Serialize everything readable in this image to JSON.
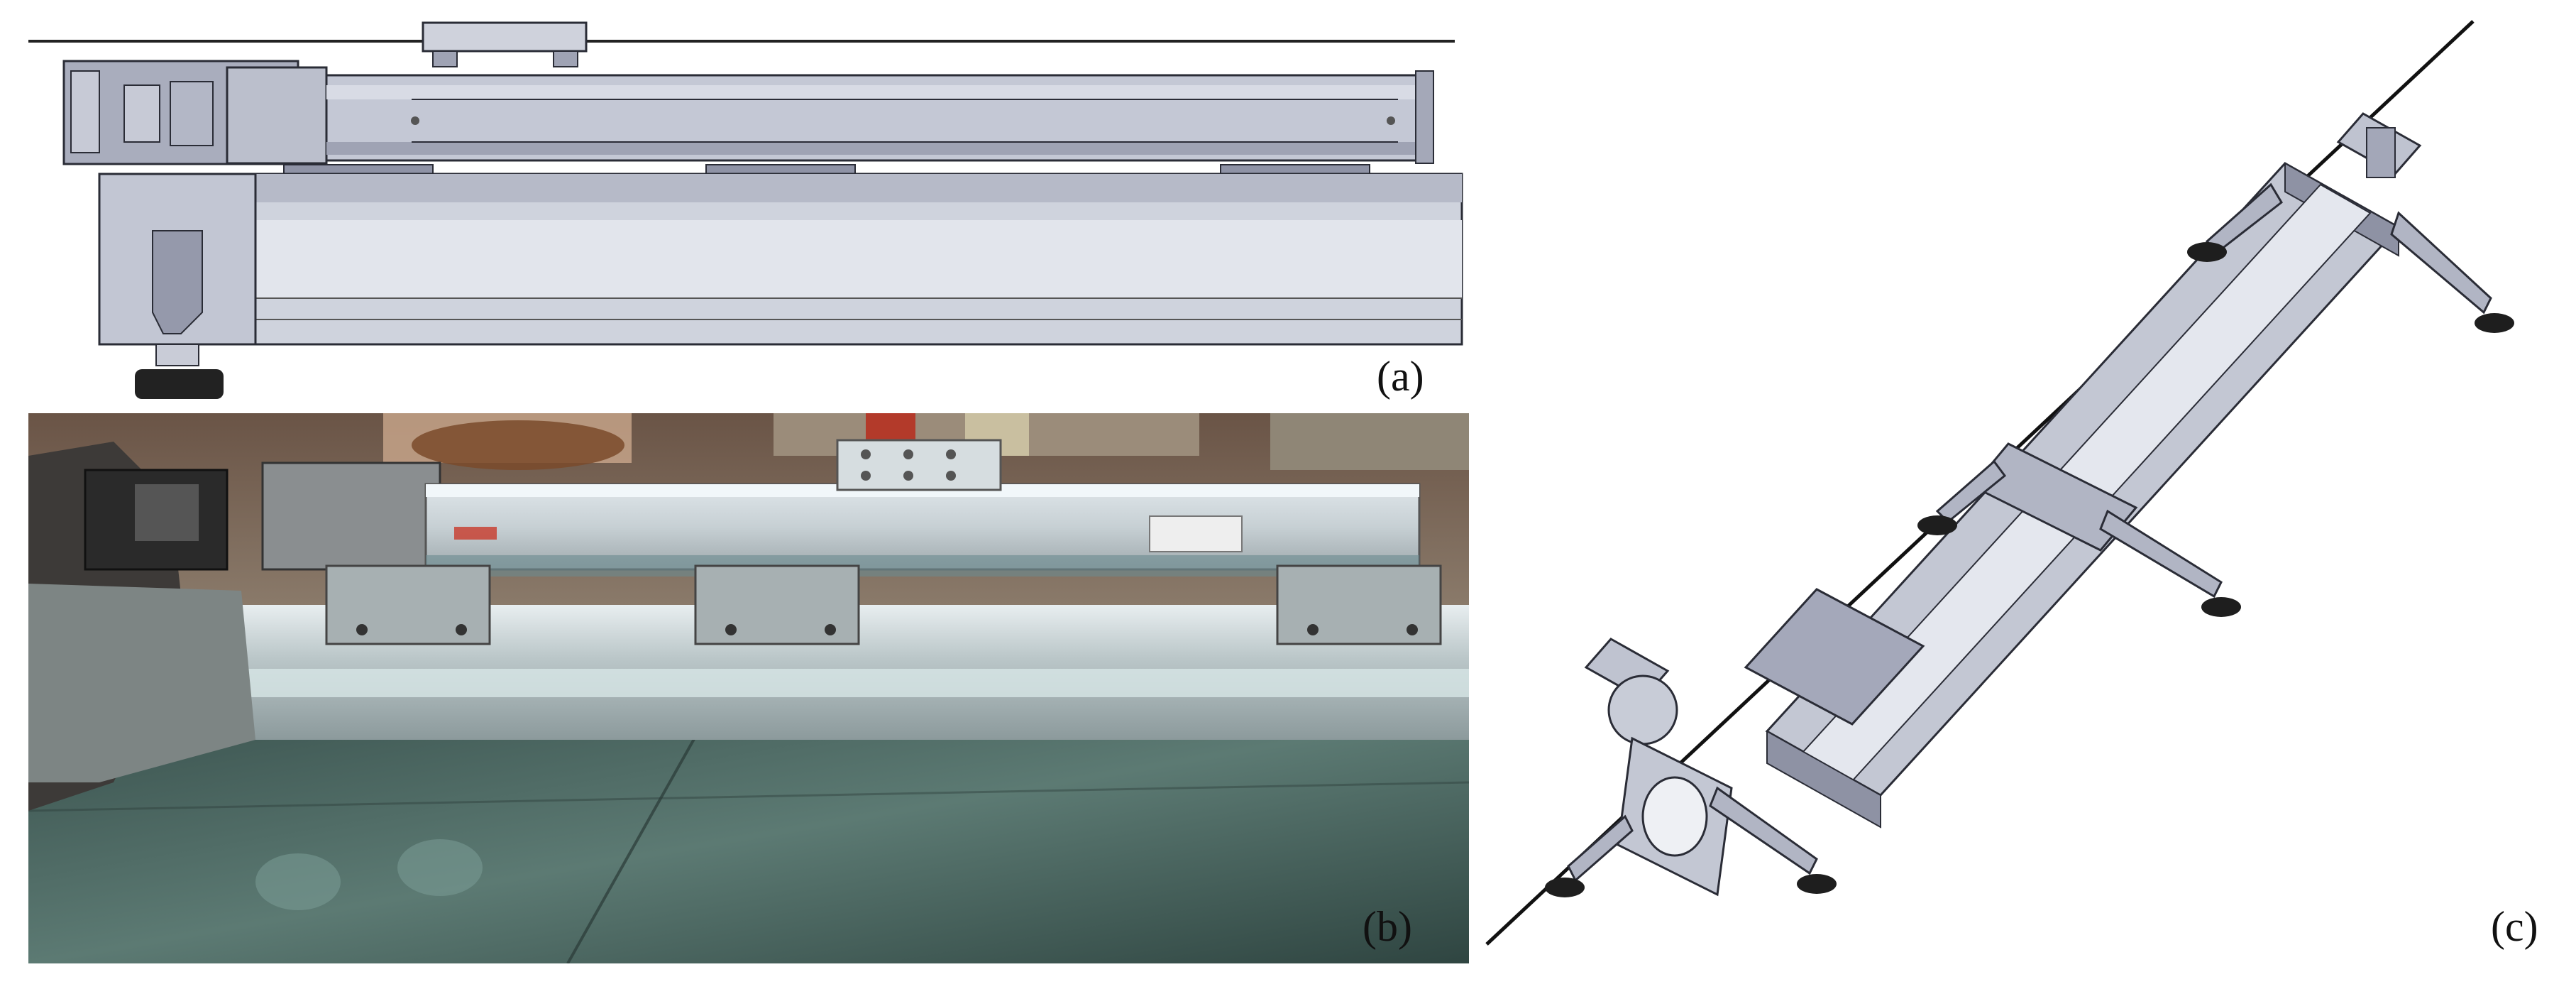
{
  "figure": {
    "panels": [
      {
        "id": "a",
        "label": "(a)",
        "content": "cad-side-view-linear-actuator"
      },
      {
        "id": "b",
        "label": "(b)",
        "content": "photo-linear-actuator-on-rail"
      },
      {
        "id": "c",
        "label": "(c)",
        "content": "cad-isometric-rail-with-feet"
      }
    ]
  },
  "colors": {
    "cad_face": "#b8bccb",
    "cad_light": "#d4d7e2",
    "cad_dark": "#7d8194",
    "cad_line": "#2a2c36",
    "photo_floor": "#3e5a55",
    "photo_metal": "#bfc6c8"
  }
}
